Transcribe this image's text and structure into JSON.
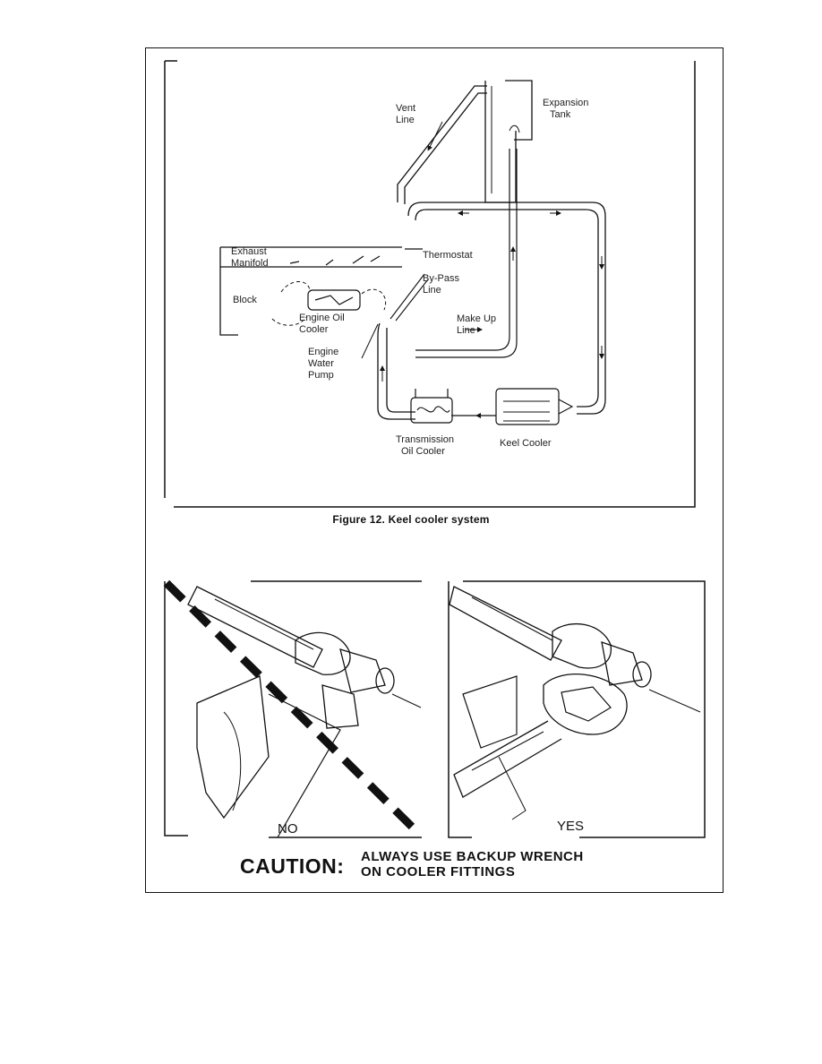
{
  "figure": {
    "caption": "Figure 12. Keel cooler system",
    "labels": {
      "vent_line": [
        "Vent",
        "Line"
      ],
      "expansion_tank": [
        "Expansion",
        "Tank"
      ],
      "exhaust_manifold": [
        "Exhaust",
        "Manifold"
      ],
      "thermostat": "Thermostat",
      "bypass_line": [
        "By-Pass",
        "Line"
      ],
      "block": "Block",
      "engine_oil_cooler": [
        "Engine Oil",
        "Cooler"
      ],
      "make_up_line": [
        "Make Up",
        "Line"
      ],
      "engine_water_pump": [
        "Engine",
        "Water",
        "Pump"
      ],
      "transmission_oil_cooler": [
        "Transmission",
        "Oil Cooler"
      ],
      "keel_cooler": "Keel Cooler"
    }
  },
  "wrench_panels": {
    "no_label": "NO",
    "yes_label": "YES"
  },
  "caution": {
    "title": "CAUTION:",
    "line1": "ALWAYS USE BACKUP WRENCH",
    "line2": "ON COOLER FITTINGS"
  }
}
